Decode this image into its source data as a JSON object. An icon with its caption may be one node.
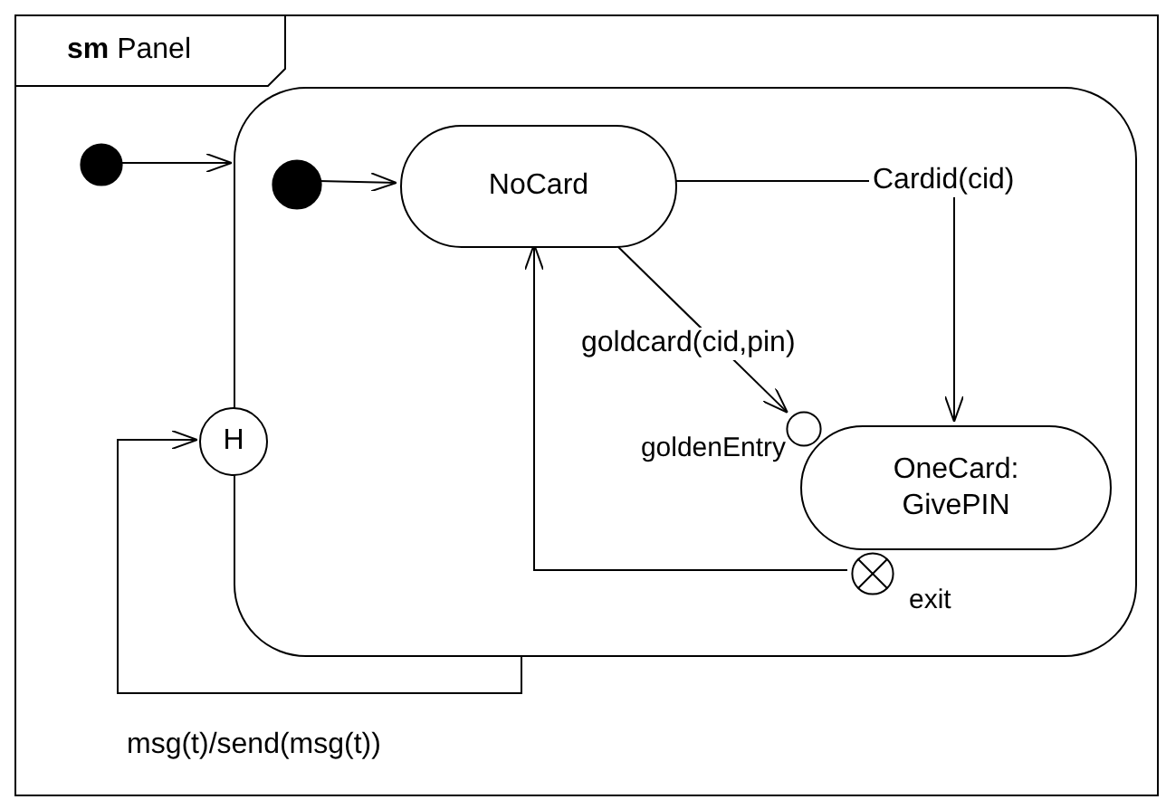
{
  "diagram": {
    "nodes": [
      {
        "text": [
          "**sm** Panel"
        ]
      },
      {
        "text": [],
        "shape": "circle",
        "in": 0
      },
      {
        "text": [],
        "shape": "box",
        "in": 0
      },
      {
        "text": [],
        "shape": "circle",
        "in": 2
      },
      {
        "text": [
          "NoCard"
        ],
        "in": 2
      },
      {
        "text": [
          "OneCard: GivePIN"
        ],
        "in": 2
      },
      {
        "text": [
          "goldenEntry"
        ],
        "in": 2
      },
      {
        "text": [
          "exit"
        ],
        "in": 2
      },
      {
        "text": [
          "H"
        ],
        "in": 0
      }
    ],
    "edges": [
      {
        "from": 1,
        "to": 2,
        "arrow": "to"
      },
      {
        "from": 3,
        "to": 4,
        "arrow": "to"
      },
      {
        "from": 4,
        "to": 5,
        "label": "Cardid(cid)",
        "arrow": "to"
      },
      {
        "from": 4,
        "to": 6,
        "label": "goldcard(cid,pin)",
        "arrow": "to"
      },
      {
        "from": 7,
        "to": 4,
        "arrow": "to"
      },
      {
        "from": 2,
        "to": 8,
        "label": "msg(t)/send(msg(t))",
        "arrow": "to"
      }
    ]
  }
}
